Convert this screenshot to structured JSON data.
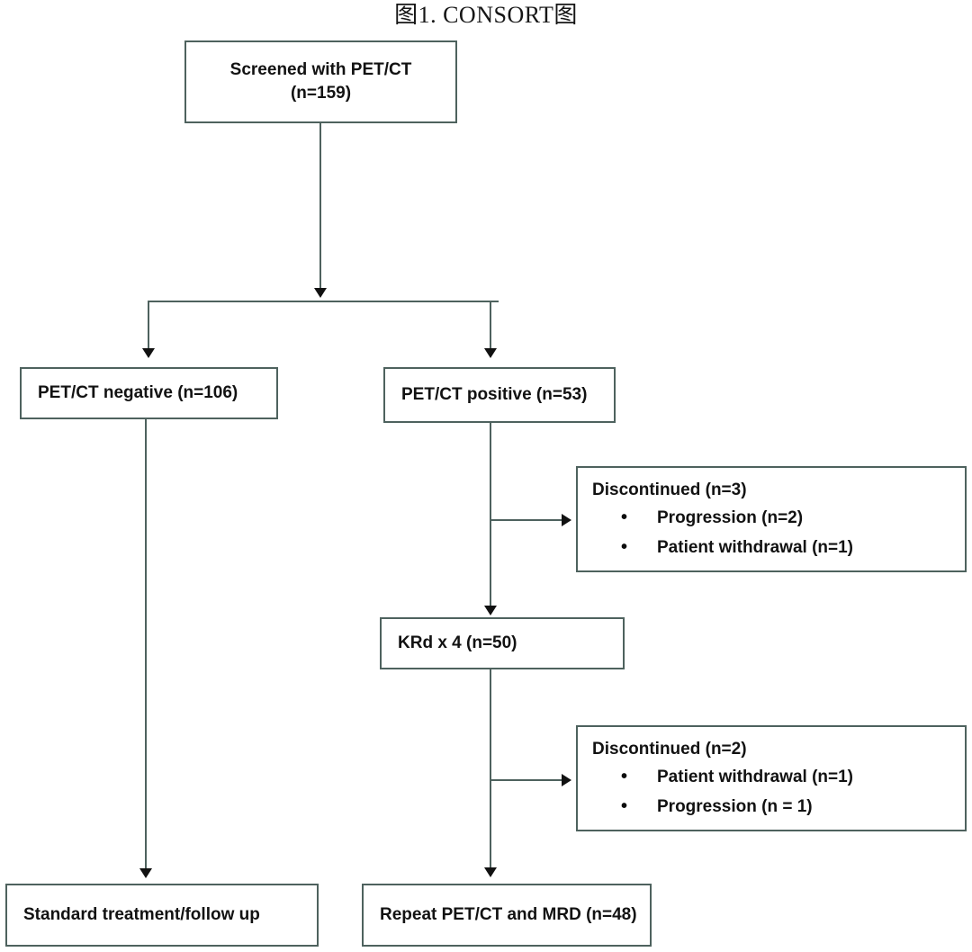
{
  "figure": {
    "title": "图1. CONSORT图"
  },
  "nodes": {
    "screened": {
      "line1": "Screened with PET/CT",
      "line2": "(n=159)"
    },
    "pet_negative": {
      "label": "PET/CT negative (n=106)"
    },
    "pet_positive": {
      "label": "PET/CT positive (n=53)"
    },
    "discontinued_1": {
      "heading": "Discontinued (n=3)",
      "items": [
        "Progression (n=2)",
        "Patient withdrawal (n=1)"
      ]
    },
    "krd": {
      "label": "KRd x 4 (n=50)"
    },
    "discontinued_2": {
      "heading": "Discontinued (n=2)",
      "items": [
        "Patient withdrawal (n=1)",
        "Progression (n = 1)"
      ]
    },
    "standard_treatment": {
      "label": "Standard treatment/follow up"
    },
    "repeat_pet": {
      "label": "Repeat PET/CT and MRD (n=48)"
    }
  },
  "colors": {
    "box_border": "#4e625e",
    "connector": "#4e625e",
    "arrow": "#111111",
    "text": "#121212",
    "background": "#ffffff"
  }
}
